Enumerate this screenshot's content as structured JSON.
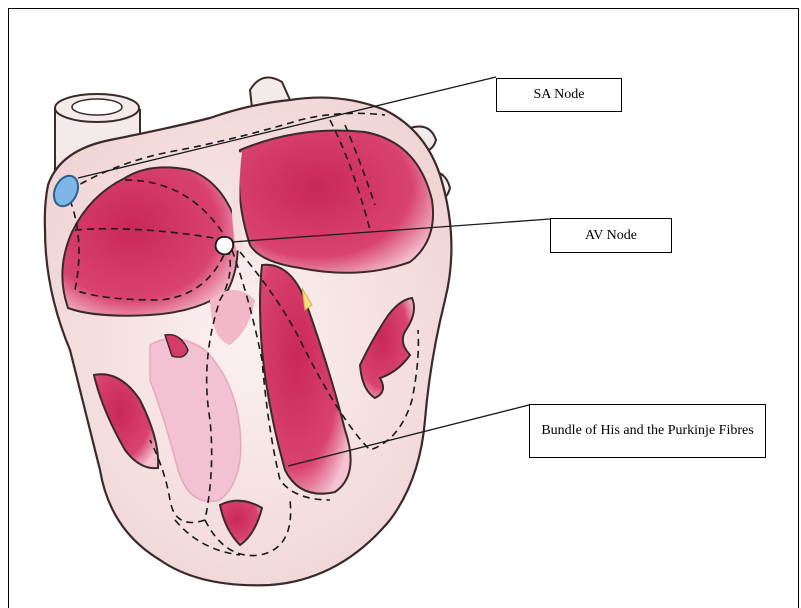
{
  "labels": {
    "sa_node": "SA Node",
    "av_node": "AV Node",
    "bundle": "Bundle of His and the Purkinje Fibres"
  },
  "colors": {
    "heart_wall": "#f6e4e4",
    "muscle": "#d63a68",
    "muscle_light": "#f2b8c8",
    "sa_node_fill": "#7fb6e8",
    "outline": "#3a2a2a",
    "pathway": "#1a1a1a"
  }
}
